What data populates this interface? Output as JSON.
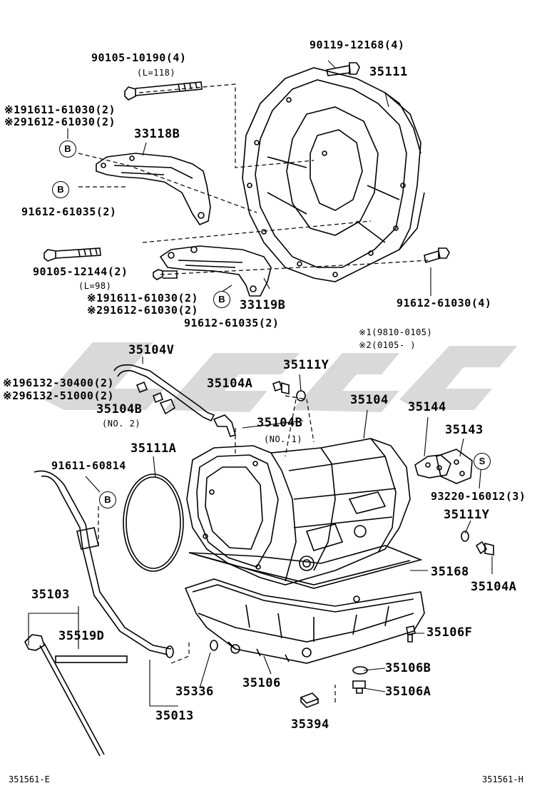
{
  "footer": {
    "left_code": "351561-E",
    "right_code": "351561-H"
  },
  "markers": {
    "b": "B",
    "s": "S"
  },
  "watermark_color": "#d9d9d9",
  "callouts": {
    "p90105_10190": "90105-10190(4)",
    "p90105_10190_len": "(L=118)",
    "p90119_12168": "90119-12168(4)",
    "p35111": "35111",
    "p191611_61030_top": "※191611-61030(2)",
    "p291612_61030_top": "※291612-61030(2)",
    "p33118b": "33118B",
    "p91612_61035_top": "91612-61035(2)",
    "p90105_12144": "90105-12144(2)",
    "p90105_12144_len": "(L=98)",
    "p191611_61030_mid": "※191611-61030(2)",
    "p291612_61030_mid": "※291612-61030(2)",
    "p33119b": "33119B",
    "p91612_61035_mid": "91612-61035(2)",
    "p91612_61030_right": "91612-61030(4)",
    "note1": "※1(9810-0105)",
    "note2": "※2(0105-      )",
    "p35104v": "35104V",
    "p35111y_top": "35111Y",
    "p35104a_top": "35104A",
    "p196132_30400": "※196132-30400(2)",
    "p296132_51000": "※296132-51000(2)",
    "p35104b_no2": "35104B",
    "no2": "(NO. 2)",
    "p35104b_no1": "35104B",
    "no1": "(NO. 1)",
    "p35104": "35104",
    "p35144": "35144",
    "p35143": "35143",
    "p93220_16012": "93220-16012(3)",
    "p35111a": "35111A",
    "p91611_60814": "91611-60814",
    "p35111y_right": "35111Y",
    "p35168": "35168",
    "p35104a_right": "35104A",
    "p35103": "35103",
    "p35519d": "35519D",
    "p35106f": "35106F",
    "p35106b": "35106B",
    "p35106a": "35106A",
    "p35336": "35336",
    "p35106": "35106",
    "p35013": "35013",
    "p35394": "35394"
  }
}
